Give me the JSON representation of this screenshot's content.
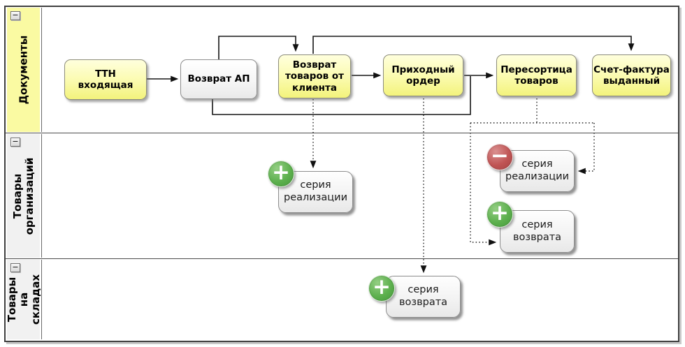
{
  "diagram": {
    "title": "document-flow-swimlane-diagram",
    "collapse_glyph": "−",
    "lanes": [
      {
        "id": "documents",
        "label": "Документы"
      },
      {
        "id": "org-goods",
        "label": "Товары\nорганизаций"
      },
      {
        "id": "warehouse-goods",
        "label": "Товары\nна складах"
      }
    ],
    "nodes": [
      {
        "id": "ttn-incoming",
        "label": "ТТН\nвходящая",
        "kind": "document",
        "style": "yellow"
      },
      {
        "id": "return-ap",
        "label": "Возврат АП",
        "kind": "document",
        "style": "white"
      },
      {
        "id": "return-goods-from-client",
        "label": "Возврат\nтоваров от\nклиента",
        "kind": "document",
        "style": "yellow"
      },
      {
        "id": "receipt-order",
        "label": "Приходный\nордер",
        "kind": "document",
        "style": "yellow"
      },
      {
        "id": "goods-regrading",
        "label": "Пересортица\nтоваров",
        "kind": "document",
        "style": "yellow"
      },
      {
        "id": "invoice-issued",
        "label": "Счет-фактура\nвыданный",
        "kind": "document",
        "style": "yellow"
      },
      {
        "id": "sales-series-plus",
        "label": "серия\nреализации",
        "kind": "register",
        "badge": "plus"
      },
      {
        "id": "sales-series-minus",
        "label": "серия\nреализации",
        "kind": "register",
        "badge": "minus"
      },
      {
        "id": "return-series-org-plus",
        "label": "серия\nвозврата",
        "kind": "register",
        "badge": "plus"
      },
      {
        "id": "return-series-warehouse-plus",
        "label": "серия\nвозврата",
        "kind": "register",
        "badge": "plus"
      }
    ],
    "badges": {
      "plus": "+",
      "minus": "−"
    },
    "colors": {
      "lane_header_yellow": "#FAFAA2",
      "lane_header_gray": "#F1F1F1",
      "document_node_fill": "#F9F9A8",
      "register_node_fill": "#F1F1F1",
      "plus_badge": "#5DB04E",
      "minus_badge": "#C05454",
      "connector": "#1A1A1A",
      "frame_border": "#3F3F3F"
    }
  }
}
